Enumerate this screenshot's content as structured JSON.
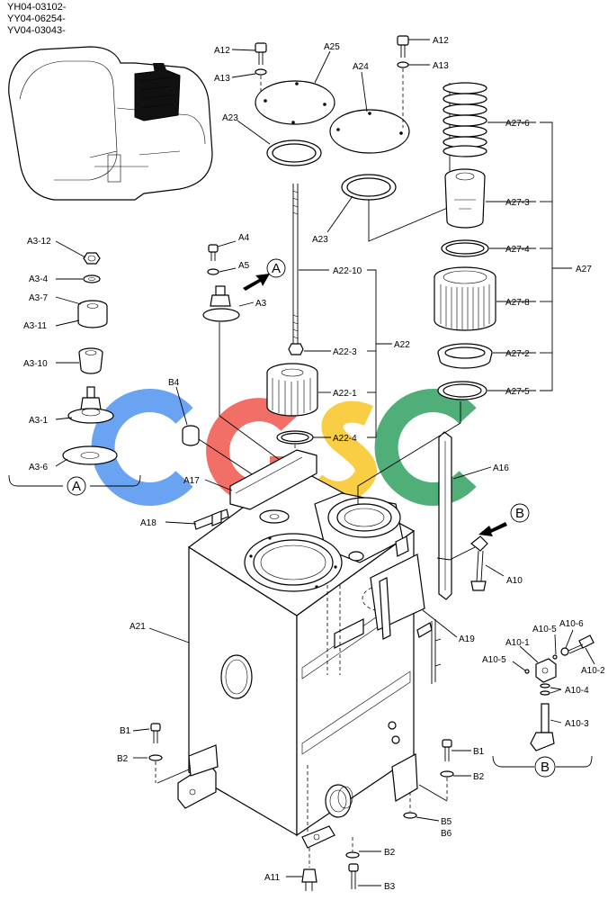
{
  "serial_numbers": [
    "YH04-03102-",
    "YY04-06254-",
    "YV04-03043-"
  ],
  "watermark": {
    "letters": [
      "C",
      "G",
      "S",
      "C"
    ],
    "colors": [
      "#4a8ff0",
      "#ee5046",
      "#f8c41c",
      "#2a9d5c"
    ]
  },
  "views": {
    "a": "A",
    "b": "B"
  },
  "labels": {
    "A12_top": "A12",
    "A13_top": "A13",
    "A25": "A25",
    "A24": "A24",
    "A12_right": "A12",
    "A13_right": "A13",
    "A23_left": "A23",
    "A23_lower": "A23",
    "A27_6": "A27-6",
    "A27_3": "A27-3",
    "A27_4": "A27-4",
    "A27": "A27",
    "A27_8": "A27-8",
    "A27_2": "A27-2",
    "A27_5": "A27-5",
    "A3_12": "A3-12",
    "A3_4": "A3-4",
    "A3_7": "A3-7",
    "A3_11": "A3-11",
    "A3_10": "A3-10",
    "A3_1": "A3-1",
    "A3_6": "A3-6",
    "A4": "A4",
    "A5": "A5",
    "A3": "A3",
    "A22_10": "A22-10",
    "A22_3": "A22-3",
    "A22": "A22",
    "A22_1": "A22-1",
    "A22_4": "A22-4",
    "B4": "B4",
    "A17": "A17",
    "A18": "A18",
    "A16": "A16",
    "A10": "A10",
    "A19": "A19",
    "A21": "A21",
    "A10_5a": "A10-5",
    "A10_6": "A10-6",
    "A10_1": "A10-1",
    "A10_5b": "A10-5",
    "A10_2": "A10-2",
    "A10_4": "A10-4",
    "A10_3": "A10-3",
    "B1_left": "B1",
    "B2_left": "B2",
    "B1_right": "B1",
    "B2_right": "B2",
    "B5": "B5",
    "B6": "B6",
    "B2_bottom": "B2",
    "A11": "A11",
    "B3": "B3"
  }
}
